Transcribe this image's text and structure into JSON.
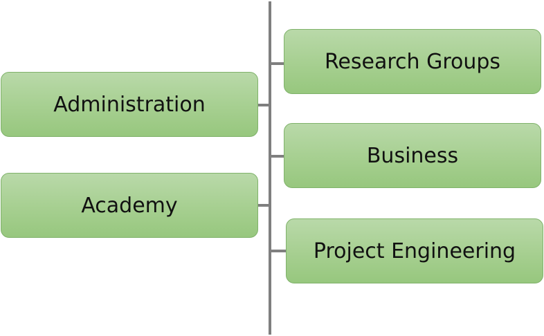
{
  "diagram": {
    "left_nodes": [
      {
        "label": "Administration"
      },
      {
        "label": "Academy"
      }
    ],
    "right_nodes": [
      {
        "label": "Research Groups"
      },
      {
        "label": "Business"
      },
      {
        "label": "Project Engineering"
      }
    ],
    "colors": {
      "node_fill": "#a6cf90",
      "node_border": "#7fb26a",
      "connector": "#7f7f7f",
      "text": "#111111"
    }
  }
}
